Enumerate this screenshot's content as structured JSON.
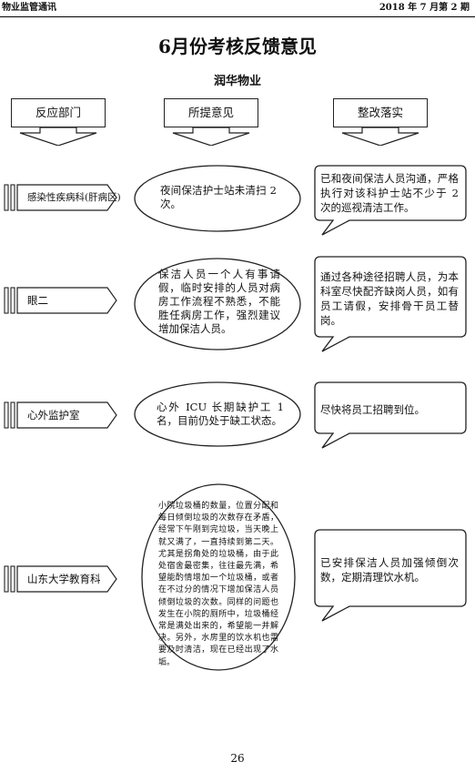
{
  "header": {
    "left": "物业监管通讯",
    "right": "2018 年 7 月第 2 期"
  },
  "title": "6月份考核反馈意见",
  "company": "润华物业",
  "columns": [
    "反应部门",
    "所提意见",
    "整改落实"
  ],
  "rows": [
    {
      "department": "感染性疾病科(肝病区)",
      "opinion": "夜间保洁护士站未清扫 2 次。",
      "action": "已和夜间保洁人员沟通，严格执行对该科护士站不少于 2 次的巡视清洁工作。"
    },
    {
      "department": "眼二",
      "opinion": "保洁人员一个人有事请假，临时安排的人员对病房工作流程不熟悉，不能胜任病房工作，强烈建议增加保洁人员。",
      "action": "通过各种途径招聘人员，为本科室尽快配齐缺岗人员，如有员工请假，安排骨干员工替岗。"
    },
    {
      "department": "心外监护室",
      "opinion": "心外 ICU 长期缺护工 1 名，目前仍处于缺工状态。",
      "action": "尽快将员工招聘到位。"
    },
    {
      "department": "山东大学教育科",
      "opinion": "小院垃圾桶的数量，位置分配和每日倾倒垃圾的次数存在矛盾，经常下午刚到完垃圾，当天晚上就又满了，一直持续到第二天。尤其是拐角处的垃圾桶，由于此处宿舍最密集，往往最先满，希望能酌情增加一个垃圾桶，或者在不过分的情况下增加保洁人员倾倒垃圾的次数。同样的问题也发生在小院的厕所中，垃圾桶经常是满处出来的，希望能一并解决。另外，水房里的饮水机也需要及时清洁，现在已经出现了水垢。",
      "action": "已安排保洁人员加强倾倒次数，定期清理饮水机。"
    }
  ],
  "page_number": "26"
}
